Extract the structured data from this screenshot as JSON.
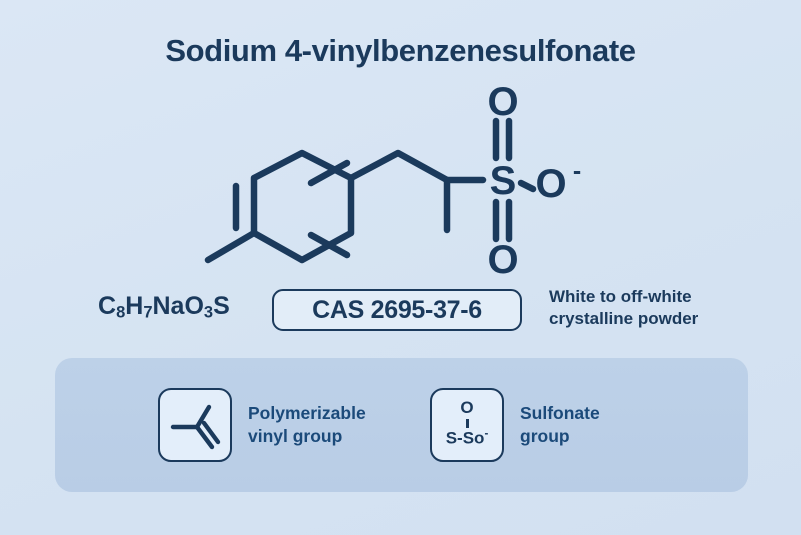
{
  "page": {
    "title": "Sodium 4-vinylbenzenesulfonate",
    "background_color": "#d7e4f4",
    "ink_color": "#1b3a5c",
    "accent_color": "#1b4a7a",
    "panel_color": "#bdd1e8"
  },
  "molecule": {
    "name": "Sodium 4-vinylbenzenesulfonate skeletal structure",
    "labels": {
      "oxygen_top": "O",
      "oxygen_bottom": "O",
      "sulfur": "S",
      "oxygen_anion": "O",
      "anion_charge": "-"
    }
  },
  "info": {
    "formula": {
      "c": "C",
      "c_n": "8",
      "h": "H",
      "h_n": "7",
      "na": "Na",
      "o": "O",
      "o_n": "3",
      "s": "S"
    },
    "cas_label": "CAS 2695-37-6",
    "appearance_line1": "White to off-white",
    "appearance_line2": "crystalline powder"
  },
  "features": [
    {
      "icon": "vinyl-group-icon",
      "label": "Polymerizable\nvinyl group"
    },
    {
      "icon": "sulfonate-group-icon",
      "label": "Sulfonate\ngroup",
      "glyph_top": "O",
      "glyph_main": "S-So",
      "glyph_charge": "-"
    }
  ]
}
